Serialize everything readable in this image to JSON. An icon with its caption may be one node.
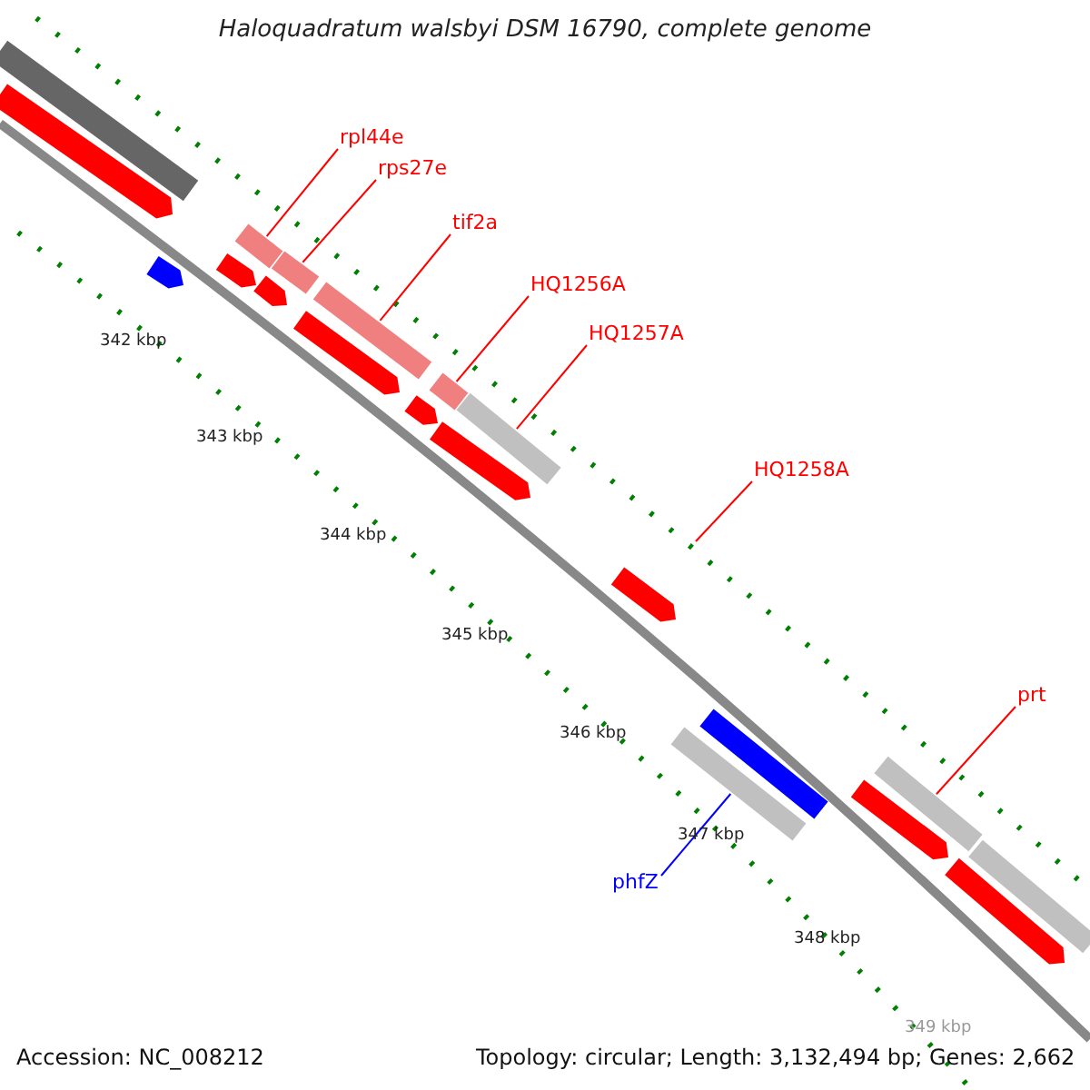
{
  "diagram": {
    "title": "Haloquadratum walsbyi DSM 16790, complete genome",
    "nodes": [
      {
        "text": [
          "rpl44e"
        ]
      },
      {
        "text": [
          "rps27e"
        ]
      },
      {
        "text": [
          "tif2a"
        ]
      },
      {
        "text": [
          "HQ1256A"
        ]
      },
      {
        "text": [
          "HQ1257A"
        ]
      },
      {
        "text": [
          "HQ1258A"
        ]
      },
      {
        "text": [
          "prt"
        ]
      },
      {
        "text": [
          "phfZ"
        ]
      },
      {
        "text": [],
        "shape": "bar"
      },
      {
        "text": [],
        "shape": "pentagon"
      },
      {
        "text": [],
        "shape": "pentagon"
      },
      {
        "text": [],
        "shape": "pentagon"
      },
      {
        "text": [],
        "shape": "bar"
      },
      {
        "text": [],
        "shape": "pentagon"
      },
      {
        "text": [],
        "shape": "bar"
      },
      {
        "text": [],
        "shape": "pentagon"
      },
      {
        "text": [],
        "shape": "bar"
      },
      {
        "text": [],
        "shape": "pentagon"
      },
      {
        "text": [],
        "shape": "bar"
      },
      {
        "text": [],
        "shape": "pentagon"
      },
      {
        "text": [],
        "shape": "bar"
      },
      {
        "text": [],
        "shape": "pentagon"
      },
      {
        "text": [],
        "shape": "bar"
      },
      {
        "text": [],
        "shape": "bar"
      },
      {
        "text": [],
        "shape": "pentagon"
      },
      {
        "text": [],
        "shape": "bar"
      },
      {
        "text": [],
        "shape": "pentagon"
      },
      {
        "text": [],
        "shape": "bar"
      }
    ],
    "edges": [
      {
        "from": 0,
        "to": 12,
        "arrow": "none"
      },
      {
        "from": 1,
        "to": 14,
        "arrow": "none"
      },
      {
        "from": 2,
        "to": 16,
        "arrow": "none"
      },
      {
        "from": 3,
        "to": 18,
        "arrow": "none"
      },
      {
        "from": 4,
        "to": 20,
        "arrow": "none"
      },
      {
        "from": 5,
        "to": null,
        "arrow": "none"
      },
      {
        "from": 6,
        "to": 25,
        "arrow": "none"
      },
      {
        "from": 7,
        "to": 22,
        "arrow": "none",
        "color": "#0000ff"
      }
    ],
    "labels": [
      "342 kbp",
      "343 kbp",
      "344 kbp",
      "345 kbp",
      "346 kbp",
      "347 kbp",
      "348 kbp",
      "349 kbp",
      "Accession: NC_008212",
      "Topology: circular; Length: 3,132,494 bp; Genes: 2,662"
    ]
  }
}
